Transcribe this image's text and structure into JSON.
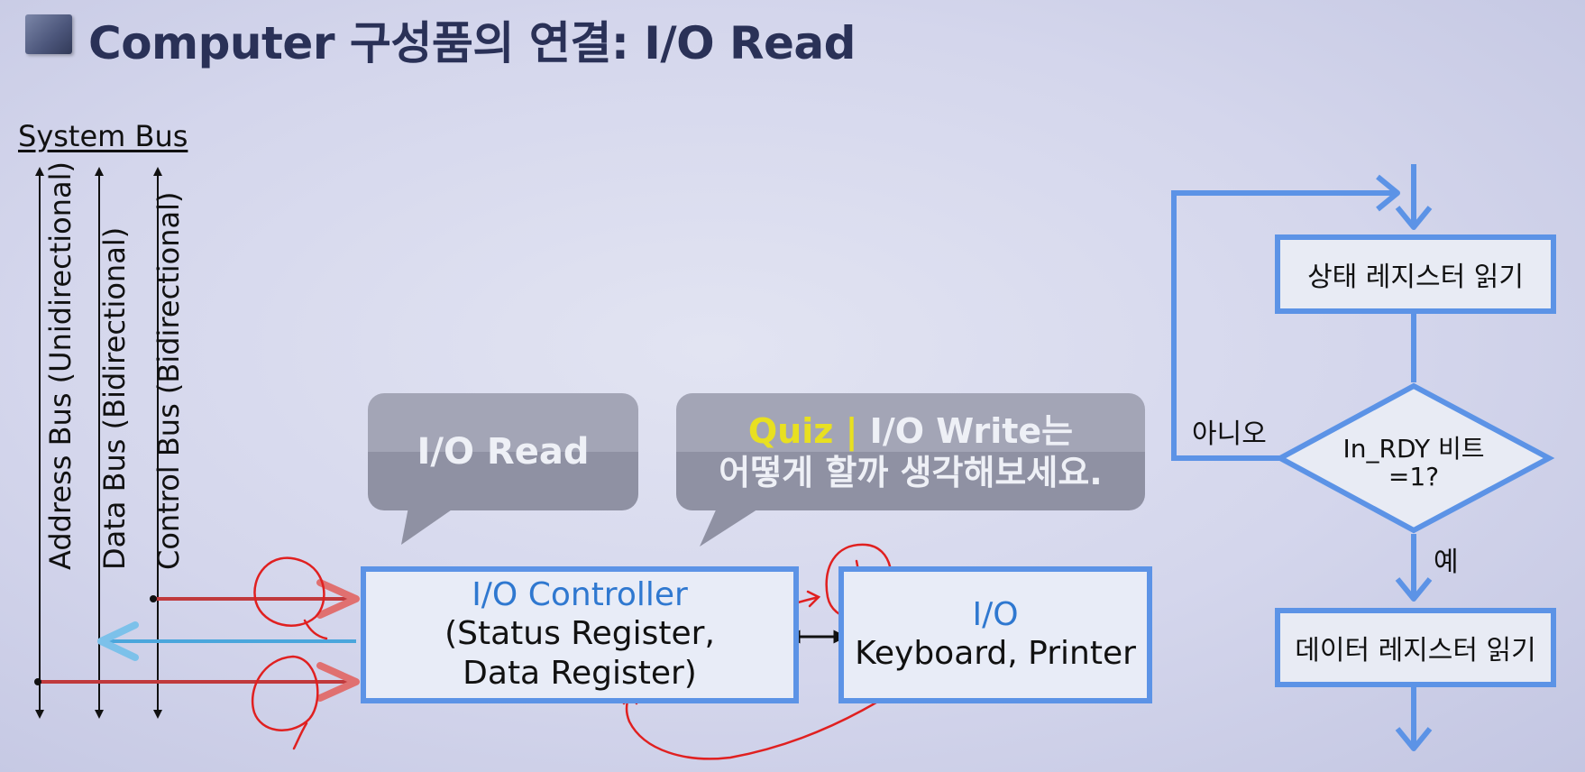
{
  "title": "Computer 구성품의 연결: I/O Read",
  "system_bus": {
    "label": "System Bus",
    "buses": [
      {
        "label": "Address Bus (Unidirectional)"
      },
      {
        "label": "Data Bus (Bidirectional)"
      },
      {
        "label": "Control Bus (Bidirectional)"
      }
    ]
  },
  "controller": {
    "title": "I/O Controller",
    "line1": "(Status Register,",
    "line2": "Data Register)"
  },
  "io_device": {
    "title": "I/O",
    "subtitle": "Keyboard, Printer"
  },
  "bubbles": {
    "read": "I/O Read",
    "quiz_tag": "Quiz |",
    "quiz_line1": " I/O Write는",
    "quiz_line2": "어떻게 할까 생각해보세요."
  },
  "flowchart": {
    "step1": "상태 레지스터 읽기",
    "decision_line1": "In_RDY 비트",
    "decision_line2": "=1?",
    "no_label": "아니오",
    "yes_label": "예",
    "step2": "데이터 레지스터 읽기"
  },
  "colors": {
    "title": "#2a3157",
    "box_border": "#5c93e6",
    "controller_title": "#2f78d0",
    "quiz_highlight": "#e8e020",
    "annotation_red": "#e02020",
    "bus_arrow_red": "#c0393c",
    "bus_arrow_blue": "#4aa6dc"
  }
}
